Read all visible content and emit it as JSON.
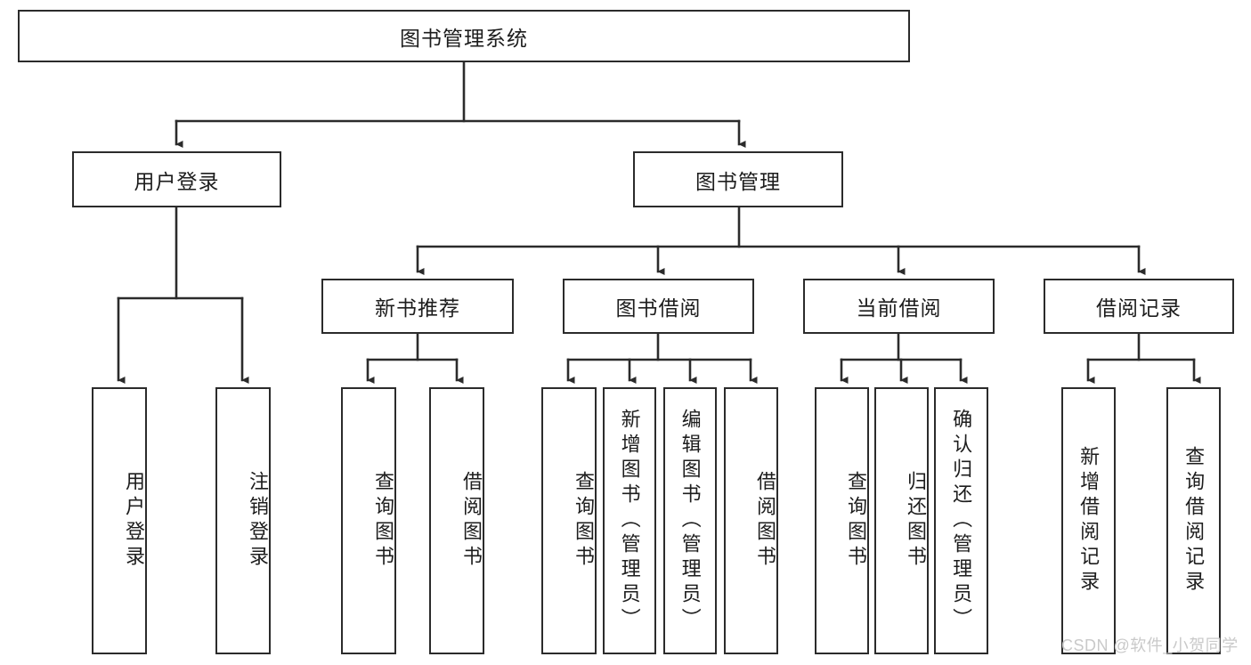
{
  "diagram": {
    "type": "tree",
    "root": {
      "label": "图书管理系统"
    },
    "level2": [
      {
        "label": "用户登录"
      },
      {
        "label": "图书管理"
      }
    ],
    "level3": [
      {
        "label": "新书推荐"
      },
      {
        "label": "图书借阅"
      },
      {
        "label": "当前借阅"
      },
      {
        "label": "借阅记录"
      }
    ],
    "leaves": {
      "user_login": [
        {
          "label": "用户登录"
        },
        {
          "label": "注销登录"
        }
      ],
      "new_book": [
        {
          "label": "查询图书"
        },
        {
          "label": "借阅图书"
        }
      ],
      "book_borrow": [
        {
          "label": "查询图书"
        },
        {
          "label": "新增图书（管理员）"
        },
        {
          "label": "编辑图书（管理员）"
        },
        {
          "label": "借阅图书"
        }
      ],
      "current_borrow": [
        {
          "label": "查询图书"
        },
        {
          "label": "归还图书"
        },
        {
          "label": "确认归还（管理员）"
        }
      ],
      "borrow_record": [
        {
          "label": "新增借阅记录"
        },
        {
          "label": "查询借阅记录"
        }
      ]
    }
  },
  "watermark": {
    "text": "CSDN @软件_小贺同学"
  },
  "colors": {
    "stroke": "#2b2b2b",
    "fill": "#ffffff",
    "text": "#1d1d1d",
    "watermark": "#c9c9c9"
  }
}
